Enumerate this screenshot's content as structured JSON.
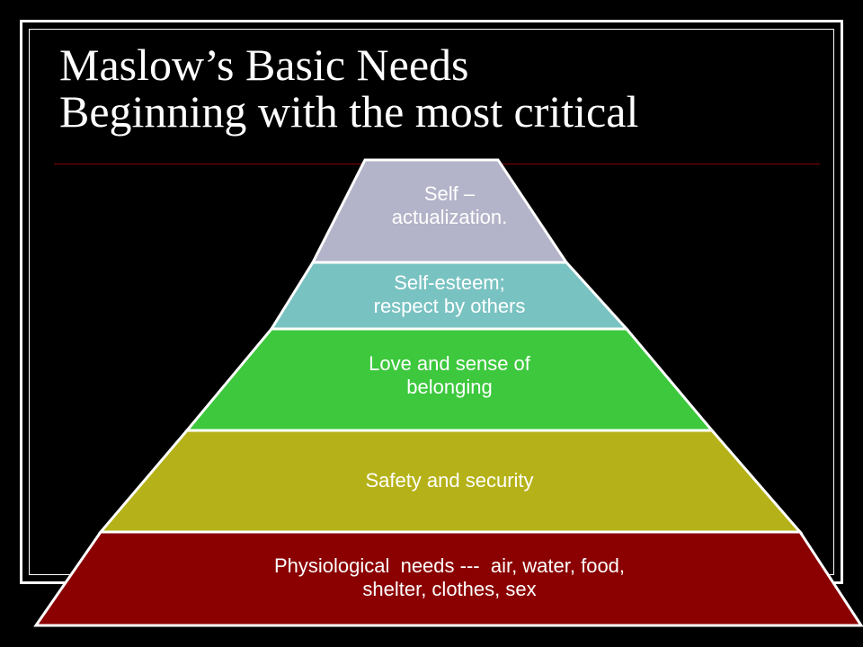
{
  "slide": {
    "title_line1": "Maslow’s Basic Needs",
    "title_line2": "Beginning with the most critical"
  },
  "pyramid": {
    "tiers": [
      {
        "label_line1": "Self –",
        "label_line2": "actualization.",
        "color": "#b3b3c9"
      },
      {
        "label_line1": "Self-esteem;",
        "label_line2": "respect by others",
        "color": "#79c2c2"
      },
      {
        "label_line1": "Love and sense of",
        "label_line2": "belonging",
        "color": "#3dc83d"
      },
      {
        "label_line1": "Safety and security",
        "label_line2": "",
        "color": "#b5b219"
      },
      {
        "label_line1": "Physiological  needs ---  air, water, food,",
        "label_line2": "shelter, clothes, sex",
        "color": "#8b0000"
      }
    ]
  }
}
